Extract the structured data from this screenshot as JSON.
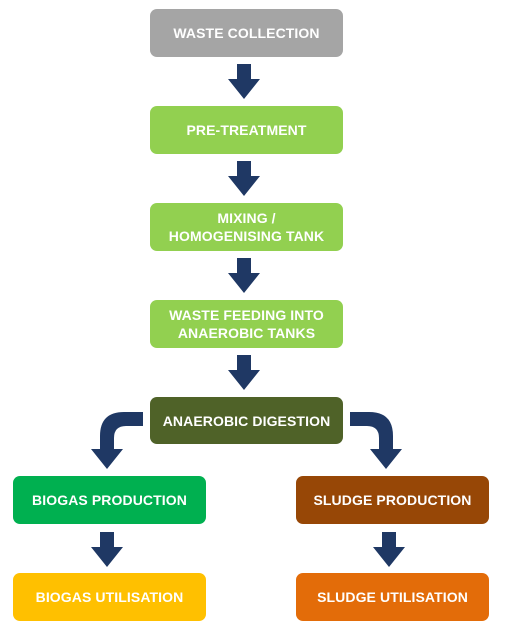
{
  "colors": {
    "arrow": "#1f3864",
    "collection": "#a5a5a5",
    "process_green": "#92d050",
    "digestion": "#4f6228",
    "biogas": "#00b050",
    "sludge": "#974706",
    "biogas_util": "#ffc000",
    "sludge_util": "#e36c09"
  },
  "nodes": {
    "waste_collection": {
      "lines": [
        "WASTE COLLECTION"
      ]
    },
    "pre_treatment": {
      "lines": [
        "PRE-TREATMENT"
      ]
    },
    "mixing": {
      "lines": [
        "MIXING /",
        "HOMOGENISING TANK"
      ]
    },
    "feeding": {
      "lines": [
        "WASTE FEEDING INTO",
        "ANAEROBIC TANKS"
      ]
    },
    "digestion": {
      "lines": [
        "ANAEROBIC DIGESTION"
      ]
    },
    "biogas_production": {
      "lines": [
        "BIOGAS PRODUCTION"
      ]
    },
    "sludge_production": {
      "lines": [
        "SLUDGE PRODUCTION"
      ]
    },
    "biogas_utilisation": {
      "lines": [
        "BIOGAS UTILISATION"
      ]
    },
    "sludge_utilisation": {
      "lines": [
        "SLUDGE UTILISATION"
      ]
    }
  },
  "edges": [
    {
      "from": "waste_collection",
      "to": "pre_treatment"
    },
    {
      "from": "pre_treatment",
      "to": "mixing"
    },
    {
      "from": "mixing",
      "to": "feeding"
    },
    {
      "from": "feeding",
      "to": "digestion"
    },
    {
      "from": "digestion",
      "to": "biogas_production"
    },
    {
      "from": "digestion",
      "to": "sludge_production"
    },
    {
      "from": "biogas_production",
      "to": "biogas_utilisation"
    },
    {
      "from": "sludge_production",
      "to": "sludge_utilisation"
    }
  ]
}
